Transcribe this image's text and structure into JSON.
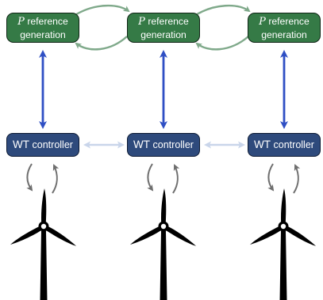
{
  "ref_boxes": [
    {
      "var": "P",
      "line1": "reference",
      "line2": "generation"
    },
    {
      "var": "P",
      "line1": "reference",
      "line2": "generation"
    },
    {
      "var": "P",
      "line1": "reference",
      "line2": "generation"
    }
  ],
  "controllers": [
    {
      "abbr": "WT",
      "label": "controller"
    },
    {
      "abbr": "WT",
      "label": "controller"
    },
    {
      "abbr": "WT",
      "label": "controller"
    }
  ],
  "colors": {
    "ref_fill": "#357a46",
    "ctrl_fill": "#2e4a7c",
    "green_arrow": "#7fa98a",
    "blue_arrow": "#2f4fc4",
    "light_arrow": "#c9d5ea",
    "grey_arrow": "#6e6e6e",
    "turbine": "#000000"
  },
  "icons": [
    "wind-turbine-icon"
  ]
}
